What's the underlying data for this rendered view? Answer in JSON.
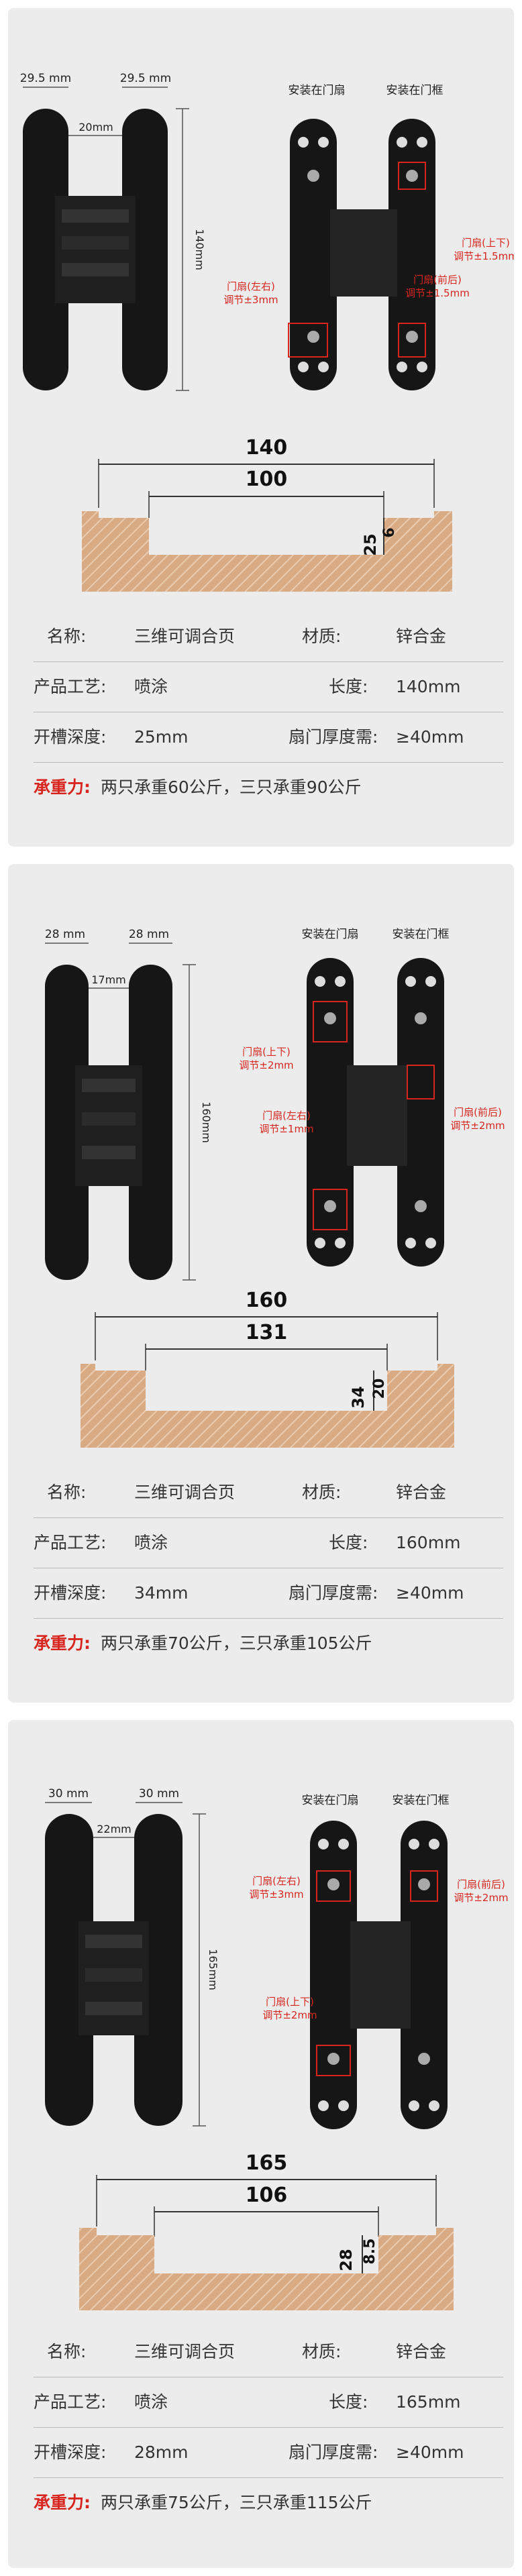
{
  "products": [
    {
      "id": "p140",
      "side_width_left": "29.5 mm",
      "side_width_right": "29.5 mm",
      "center_gap": "20mm",
      "height": "140mm",
      "install_door": "安装在门扇",
      "install_frame": "安装在门框",
      "adjust_left_title": "门扇(左右)",
      "adjust_left_value": "调节±3mm",
      "adjust_mid_title": "门扇(前后)",
      "adjust_mid_value": "调节±1.5mm",
      "adjust_right_title": "门扇(上下)",
      "adjust_right_value": "调节±1.5mm",
      "slot_outer": "140",
      "slot_inner": "100",
      "slot_depth": "25",
      "slot_side": "6",
      "specs": {
        "name_label": "名称:",
        "name_value": "三维可调合页",
        "material_label": "材质:",
        "material_value": "锌合金",
        "process_label": "产品工艺:",
        "process_value": "喷涂",
        "length_label": "长度:",
        "length_value": "140mm",
        "depth_label": "开槽深度:",
        "depth_value": "25mm",
        "thickness_label": "扇门厚度需:",
        "thickness_value": "≥40mm",
        "load_label": "承重力:",
        "load_value": "两只承重60公斤，三只承重90公斤"
      }
    },
    {
      "id": "p160",
      "side_width_left": "28 mm",
      "side_width_right": "28 mm",
      "center_gap": "17mm",
      "height": "160mm",
      "install_door": "安装在门扇",
      "install_frame": "安装在门框",
      "adjust_left_title": "门扇(上下)",
      "adjust_left_value": "调节±2mm",
      "adjust_mid_title": "门扇(左右)",
      "adjust_mid_value": "调节±1mm",
      "adjust_right_title": "门扇(前后)",
      "adjust_right_value": "调节±2mm",
      "slot_outer": "160",
      "slot_inner": "131",
      "slot_depth": "34",
      "slot_side": "20",
      "specs": {
        "name_label": "名称:",
        "name_value": "三维可调合页",
        "material_label": "材质:",
        "material_value": "锌合金",
        "process_label": "产品工艺:",
        "process_value": "喷涂",
        "length_label": "长度:",
        "length_value": "160mm",
        "depth_label": "开槽深度:",
        "depth_value": "34mm",
        "thickness_label": "扇门厚度需:",
        "thickness_value": "≥40mm",
        "load_label": "承重力:",
        "load_value": "两只承重70公斤，三只承重105公斤"
      }
    },
    {
      "id": "p165",
      "side_width_left": "30 mm",
      "side_width_right": "30 mm",
      "center_gap": "22mm",
      "height": "165mm",
      "install_door": "安装在门扇",
      "install_frame": "安装在门框",
      "adjust_left_title": "门扇(左右)",
      "adjust_left_value": "调节±3mm",
      "adjust_mid_title": "门扇(上下)",
      "adjust_mid_value": "调节±2mm",
      "adjust_right_title": "门扇(前后)",
      "adjust_right_value": "调节±2mm",
      "slot_outer": "165",
      "slot_inner": "106",
      "slot_depth": "28",
      "slot_side": "8.5",
      "specs": {
        "name_label": "名称:",
        "name_value": "三维可调合页",
        "material_label": "材质:",
        "material_value": "锌合金",
        "process_label": "产品工艺:",
        "process_value": "喷涂",
        "length_label": "长度:",
        "length_value": "165mm",
        "depth_label": "开槽深度:",
        "depth_value": "28mm",
        "thickness_label": "扇门厚度需:",
        "thickness_value": "≥40mm",
        "load_label": "承重力:",
        "load_value": "两只承重75公斤，三只承重115公斤"
      }
    }
  ],
  "colors": {
    "card_bg": "#ececec",
    "hinge_black": "#161616",
    "wood": "#d9ab84",
    "hatch": "#eacbb0",
    "accent_red": "#d8261f"
  }
}
